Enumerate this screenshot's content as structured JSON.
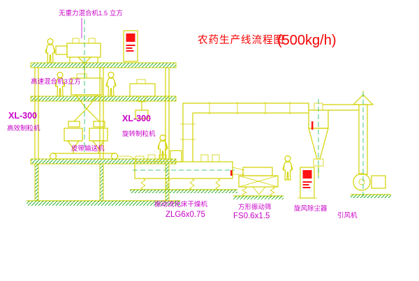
{
  "title": {
    "text": "农药生产线流程图",
    "capacity": "(500kg/h)"
  },
  "labels": {
    "gravity_mixer": "无重力混合机1.5 立方",
    "high_speed_mixer": "高速混合机3立方",
    "granulator_left_model": "XL-300",
    "granulator_left_name": "高效制粒机",
    "granulator_right_model": "XL-300",
    "granulator_right_name": "旋转制粒机",
    "belt_conveyor": "皮带输送机",
    "dryer_name": "振动流化床干燥机",
    "dryer_model": "ZLG6x0.75",
    "sieve_name": "方形振动筛",
    "sieve_model": "FS0.6x1.5",
    "dust_collector": "旋风除尘器",
    "induced_fan": "引风机"
  },
  "colors": {
    "drawing_line": "#d2d200",
    "hatch": "#00a000",
    "label": "#c800c8",
    "title": "#f40000",
    "background": "#ffffff"
  }
}
